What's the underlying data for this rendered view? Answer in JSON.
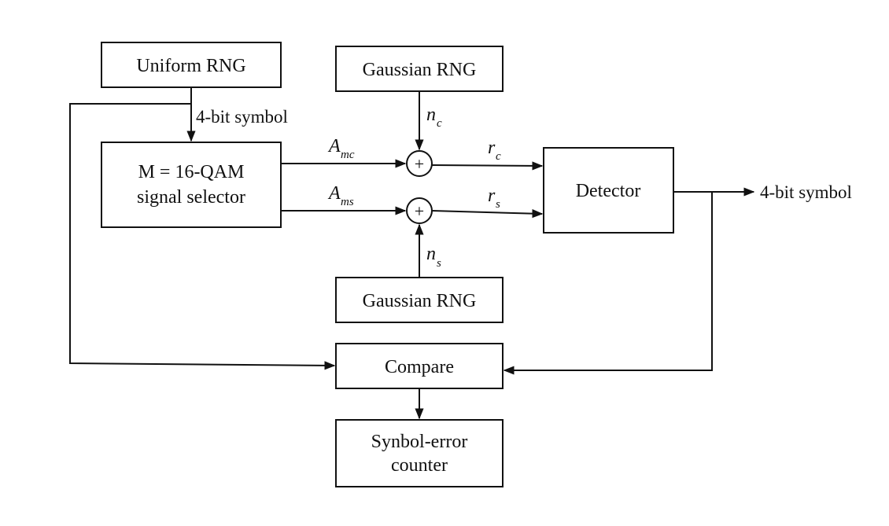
{
  "diagram": {
    "blocks": {
      "uniform_rng": "Uniform RNG",
      "gaussian_rng_top": "Gaussian RNG",
      "gaussian_rng_bottom": "Gaussian RNG",
      "selector_line1": "M = 16-QAM",
      "selector_line2": "signal selector",
      "detector": "Detector",
      "compare": "Compare",
      "counter_line1": "Synbol-error",
      "counter_line2": "counter"
    },
    "labels": {
      "symbol_in": "4-bit symbol",
      "symbol_out": "4-bit symbol",
      "amc_base": "A",
      "amc_sub": "mc",
      "ams_base": "A",
      "ams_sub": "ms",
      "nc_base": "n",
      "nc_sub": "c",
      "ns_base": "n",
      "ns_sub": "s",
      "rc_base": "r",
      "rc_sub": "c",
      "rs_base": "r",
      "rs_sub": "s",
      "adder_symbol": "+"
    }
  }
}
